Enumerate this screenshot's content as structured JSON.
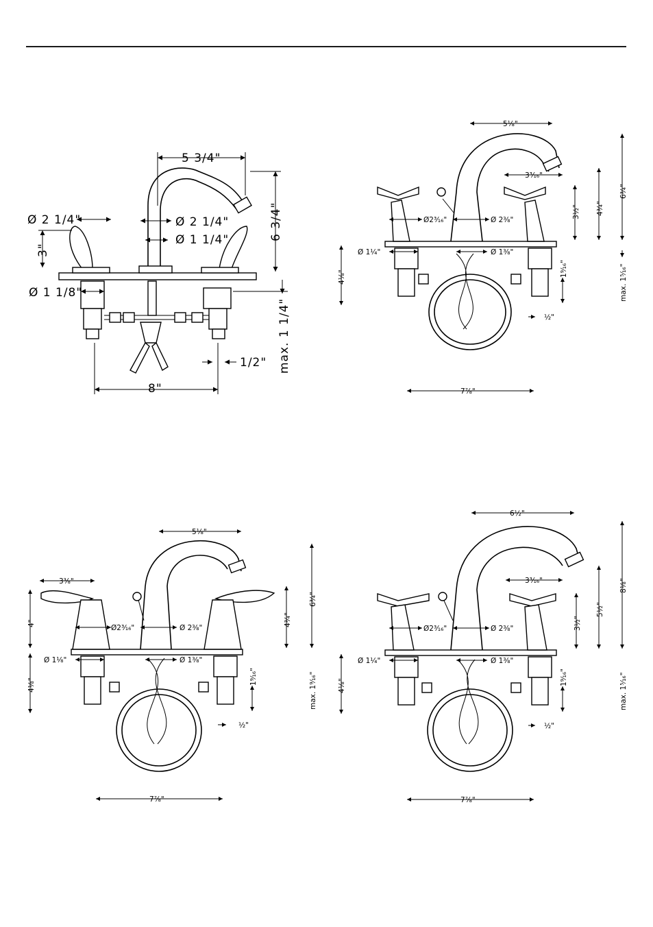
{
  "diagram1": {
    "spout_reach": "5 3/4\"",
    "handle_dia": "Ø 2 1/4\"",
    "spout_base_dia": "Ø 2 1/4\"",
    "spout_shank_dia": "Ø 1 1/4\"",
    "handle_height": "3\"",
    "overall_height": "6 3/4\"",
    "valve_dia": "Ø 1 1/8\"",
    "max_deck": "max. 1 1/4\"",
    "supply": "1/2\"",
    "spread": "8\""
  },
  "diagram2": {
    "spout_reach": "5⅛\"",
    "handle_width": "3³⁄₁₆\"",
    "dia_left": "Ø2³⁄₁₆\"",
    "dia_right": "Ø 2⅜\"",
    "handle_height": "3½\"",
    "spout_height": "4¾\"",
    "overall_height": "6¾\"",
    "valve_dia": "Ø 1¼\"",
    "spout_shank_dia": "Ø 1⅜\"",
    "below_deck": "4⅛\"",
    "shank": "1⁹⁄₁₆\"",
    "max_deck": "max. 1⁵⁄₁₆\"",
    "supply": "½\"",
    "spread": "7⅞\""
  },
  "diagram3": {
    "spout_reach": "5⅛\"",
    "handle_width": "3⅜\"",
    "dia_left": "Ø2³⁄₁₆\"",
    "dia_right": "Ø 2⅜\"",
    "handle_height": "4\"",
    "spout_height": "4¾\"",
    "overall_height": "6¾\"",
    "valve_dia": "Ø 1⅛\"",
    "spout_shank_dia": "Ø 1⅜\"",
    "below_deck": "4⅛\"",
    "shank": "1⁹⁄₁₆\"",
    "max_deck": "max. 1⁹⁄₁₆\"",
    "supply": "½\"",
    "spread": "7⅞\""
  },
  "diagram4": {
    "spout_reach": "6½\"",
    "handle_width": "3³⁄₁₆\"",
    "dia_left": "Ø2³⁄₁₆\"",
    "dia_right": "Ø 2⅜\"",
    "handle_height": "3½\"",
    "spout_height": "5½\"",
    "overall_height": "8⅛\"",
    "valve_dia": "Ø 1¼\"",
    "spout_shank_dia": "Ø 1⅜\"",
    "below_deck": "4⅛\"",
    "shank": "1⁹⁄₁₆\"",
    "max_deck": "max. 1⁵⁄₁₆\"",
    "supply": "½\"",
    "spread": "7⅞\""
  }
}
